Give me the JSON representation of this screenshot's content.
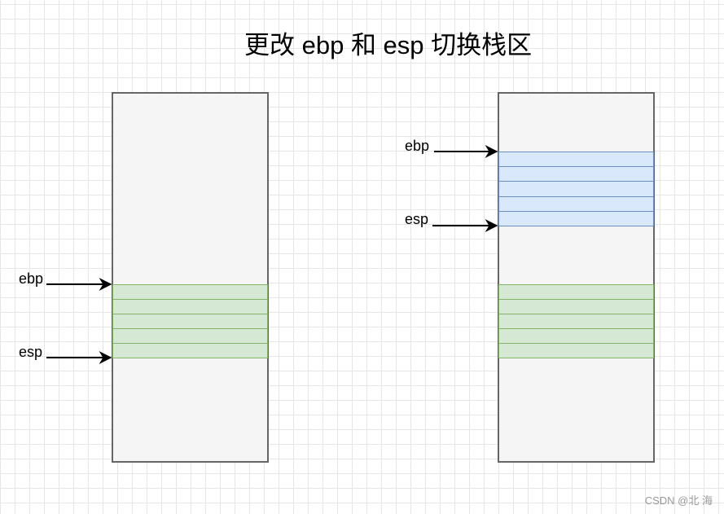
{
  "title": "更改 ebp 和 esp 切换栈区",
  "left": {
    "ebp_label": "ebp",
    "esp_label": "esp",
    "green_cells": 5
  },
  "right": {
    "ebp_label": "ebp",
    "esp_label": "esp",
    "blue_cells": 5,
    "green_cells": 5
  },
  "watermark": "CSDN @北  海",
  "colors": {
    "stack_fill": "#f5f5f5",
    "stack_stroke": "#666666",
    "green_fill": "#d5e8d4",
    "green_stroke": "#82b366",
    "blue_fill": "#dae8fc",
    "blue_stroke": "#6c8ebf"
  }
}
